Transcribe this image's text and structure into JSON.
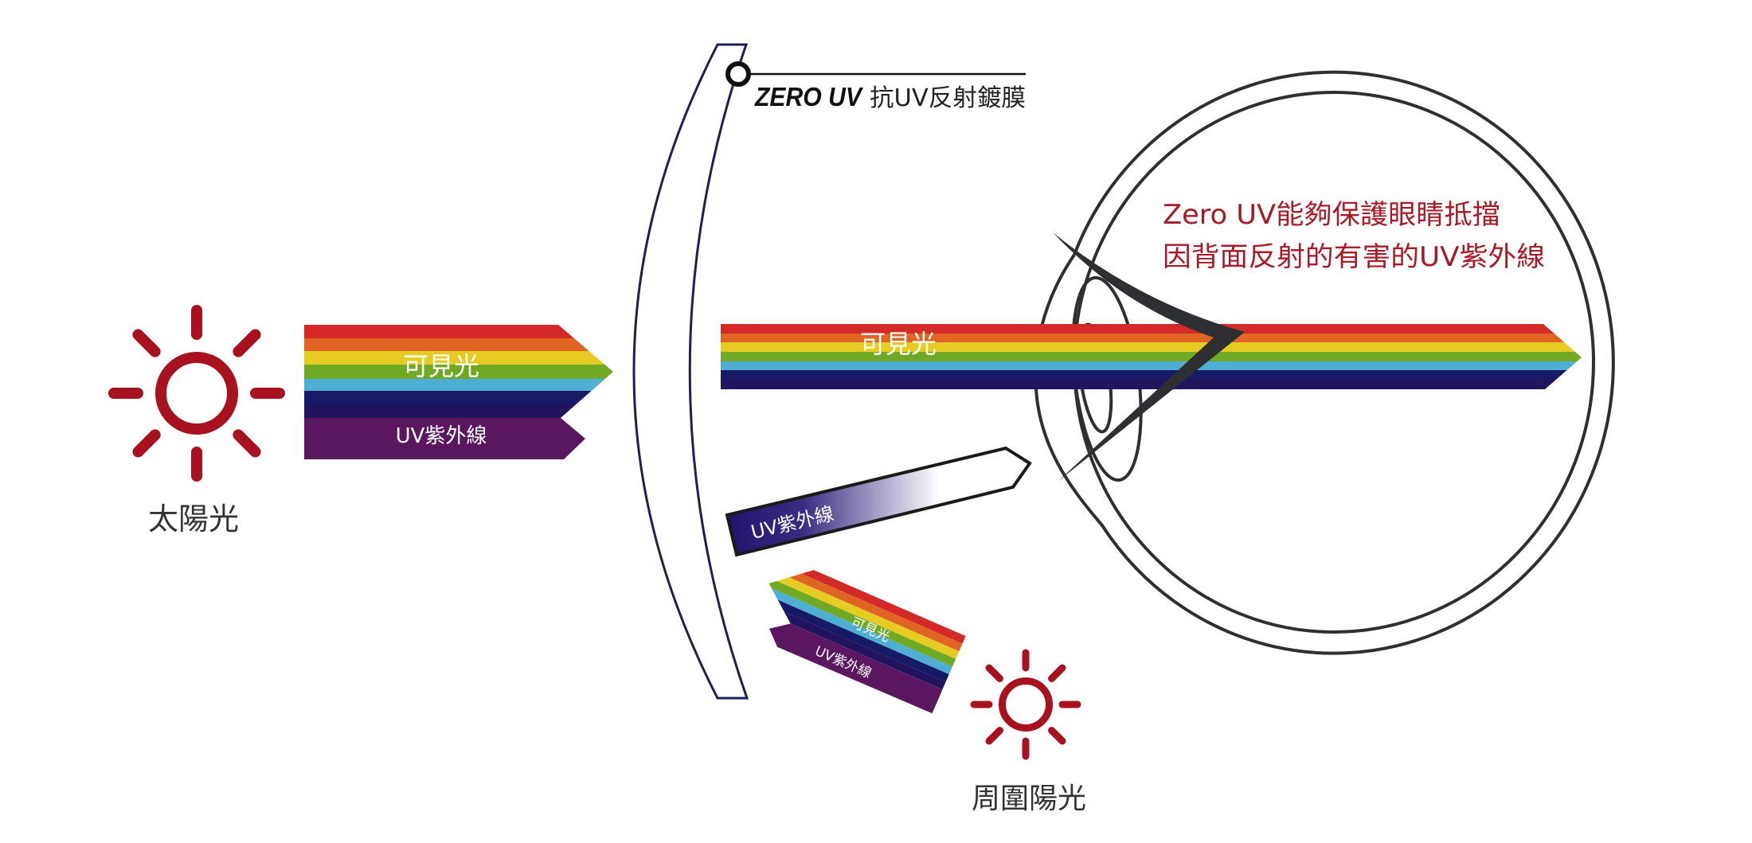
{
  "sun_label": "太陽光",
  "ambient_sun_label": "周圍陽光",
  "beam_labels": {
    "visible": "可見光",
    "uv": "UV紫外線"
  },
  "coating_callout": {
    "brand": "ZERO UV",
    "description": "抗UV反射鍍膜"
  },
  "message": {
    "line1": "Zero UV能夠保護眼睛抵擋",
    "line2": "因背面反射的有害的UV紫外線"
  },
  "colors": {
    "sun": "#a8121f",
    "message": "#a81a26",
    "lens_outline": "#1b2150",
    "spectrum": [
      "#d42a27",
      "#e06423",
      "#e5cb22",
      "#70a923",
      "#4faed3",
      "#171a66",
      "#231460"
    ],
    "uv": "#5b1660"
  }
}
